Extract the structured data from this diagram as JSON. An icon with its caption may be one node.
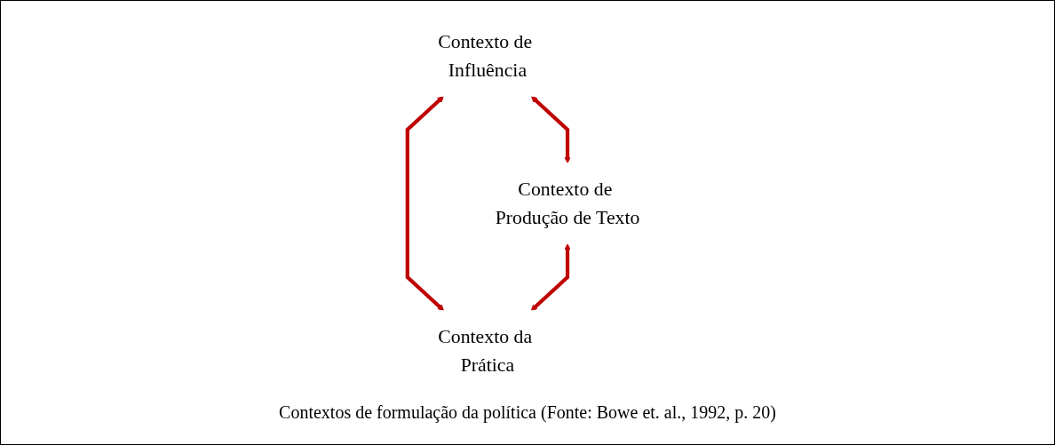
{
  "diagram": {
    "caption": "Contextos de formulação da política (Fonte: Bowe et. al., 1992, p. 20)",
    "nodes": [
      {
        "text": [
          "Contexto de Influência"
        ]
      },
      {
        "text": [
          "Contexto de Produção de Texto"
        ]
      },
      {
        "text": [
          "Contexto da Prática"
        ]
      }
    ],
    "edges": [
      {
        "from": 0,
        "to": 1,
        "arrow": "both",
        "color": "#c00000"
      },
      {
        "from": 0,
        "to": 2,
        "arrow": "both",
        "color": "#c00000"
      },
      {
        "from": 1,
        "to": 2,
        "arrow": "both",
        "color": "#c00000"
      }
    ]
  }
}
